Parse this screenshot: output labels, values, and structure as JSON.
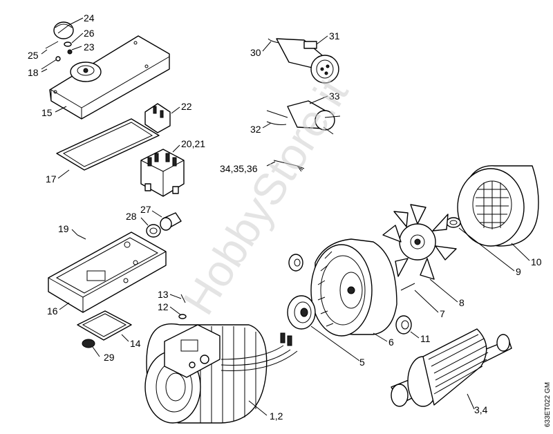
{
  "watermark": "HobbyStore.it",
  "drawing_code": "633ET022 GM",
  "labels": [
    {
      "id": "24",
      "text": "24"
    },
    {
      "id": "26",
      "text": "26"
    },
    {
      "id": "25",
      "text": "25"
    },
    {
      "id": "23",
      "text": "23"
    },
    {
      "id": "18",
      "text": "18"
    },
    {
      "id": "15",
      "text": "15"
    },
    {
      "id": "22",
      "text": "22"
    },
    {
      "id": "20-21",
      "text": "20,21"
    },
    {
      "id": "17",
      "text": "17"
    },
    {
      "id": "27",
      "text": "27"
    },
    {
      "id": "28",
      "text": "28"
    },
    {
      "id": "19",
      "text": "19"
    },
    {
      "id": "16",
      "text": "16"
    },
    {
      "id": "13",
      "text": "13"
    },
    {
      "id": "12",
      "text": "12"
    },
    {
      "id": "14",
      "text": "14"
    },
    {
      "id": "29",
      "text": "29"
    },
    {
      "id": "1-2",
      "text": "1,2"
    },
    {
      "id": "31",
      "text": "31"
    },
    {
      "id": "30",
      "text": "30"
    },
    {
      "id": "33",
      "text": "33"
    },
    {
      "id": "32",
      "text": "32"
    },
    {
      "id": "34-35-36",
      "text": "34,35,36"
    },
    {
      "id": "10",
      "text": "10"
    },
    {
      "id": "9",
      "text": "9"
    },
    {
      "id": "8",
      "text": "8"
    },
    {
      "id": "7",
      "text": "7"
    },
    {
      "id": "6",
      "text": "6"
    },
    {
      "id": "11",
      "text": "11"
    },
    {
      "id": "5",
      "text": "5"
    },
    {
      "id": "3-4",
      "text": "3,4"
    }
  ]
}
